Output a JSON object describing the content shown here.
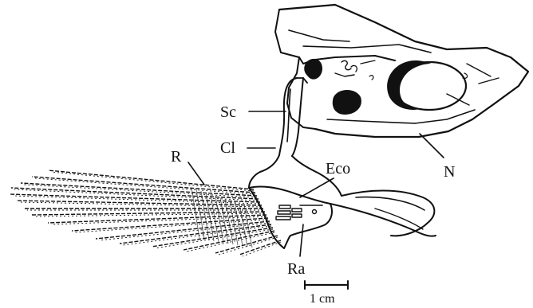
{
  "labels": {
    "sc": "Sc",
    "cl": "Cl",
    "r": "R",
    "eco": "Eco",
    "n": "N",
    "ra": "Ra"
  },
  "scale_bar": {
    "label": "1 cm"
  },
  "colors": {
    "ink": "#111111",
    "background": "#ffffff"
  }
}
